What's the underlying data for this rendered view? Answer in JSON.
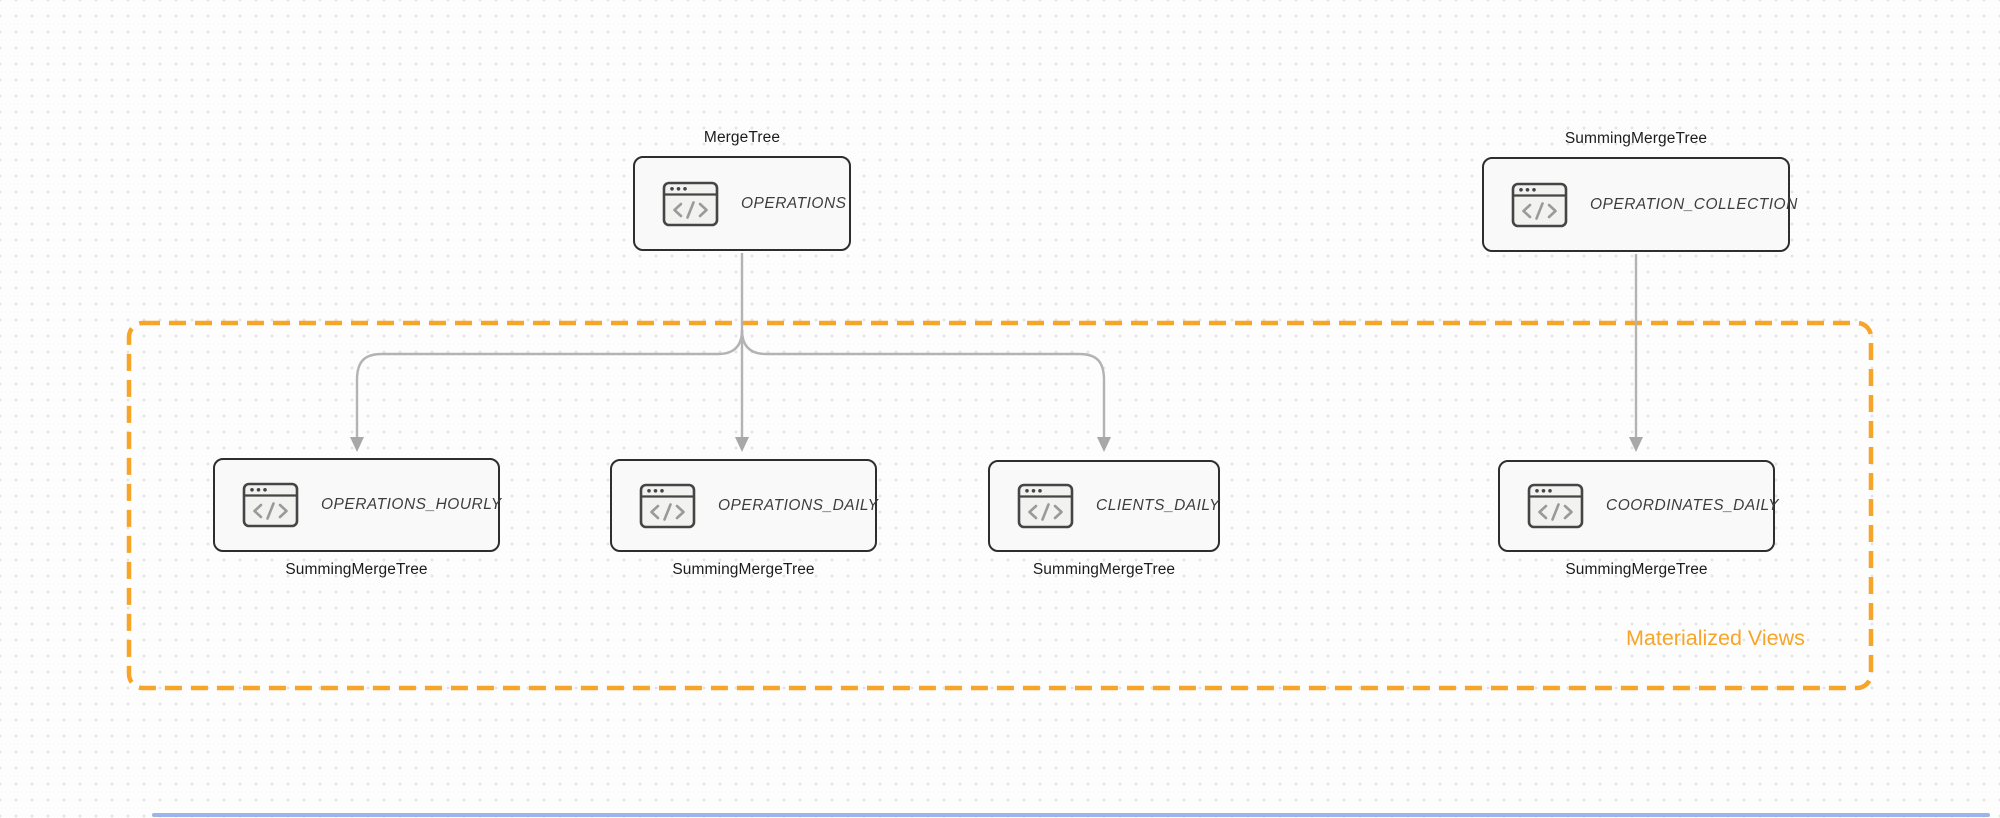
{
  "diagram": {
    "nodes": [
      {
        "id": "operations",
        "engine": "MergeTree",
        "table": "OPERATIONS",
        "engine_label_position": "top"
      },
      {
        "id": "operation-collection",
        "engine": "SummingMergeTree",
        "table": "OPERATION_COLLECTION",
        "engine_label_position": "top"
      },
      {
        "id": "operations-hourly",
        "engine": "SummingMergeTree",
        "table": "OPERATIONS_HOURLY",
        "engine_label_position": "bottom"
      },
      {
        "id": "operations-daily",
        "engine": "SummingMergeTree",
        "table": "OPERATIONS_DAILY",
        "engine_label_position": "bottom"
      },
      {
        "id": "clients-daily",
        "engine": "SummingMergeTree",
        "table": "CLIENTS_DAILY",
        "engine_label_position": "bottom"
      },
      {
        "id": "coordinates-daily",
        "engine": "SummingMergeTree",
        "table": "COORDINATES_DAILY",
        "engine_label_position": "bottom"
      }
    ],
    "edges": [
      {
        "from": "operations",
        "to": "operations-hourly"
      },
      {
        "from": "operations",
        "to": "operations-daily"
      },
      {
        "from": "operations",
        "to": "clients-daily"
      },
      {
        "from": "operation-collection",
        "to": "coordinates-daily"
      }
    ],
    "group": {
      "label": "Materialized Views",
      "contains": [
        "operations-hourly",
        "operations-daily",
        "clients-daily",
        "coordinates-daily"
      ]
    },
    "node_icon": "code-window-icon",
    "colors": {
      "group_accent": "#F6A528",
      "edge": "#B3B3B3",
      "arrowhead": "#A8A8A8",
      "node_border": "#2E2E2E",
      "node_fill": "#F9F9F9",
      "canvas_dot": "#E3E3E3",
      "scrollbar": "#9AB5EC"
    }
  }
}
